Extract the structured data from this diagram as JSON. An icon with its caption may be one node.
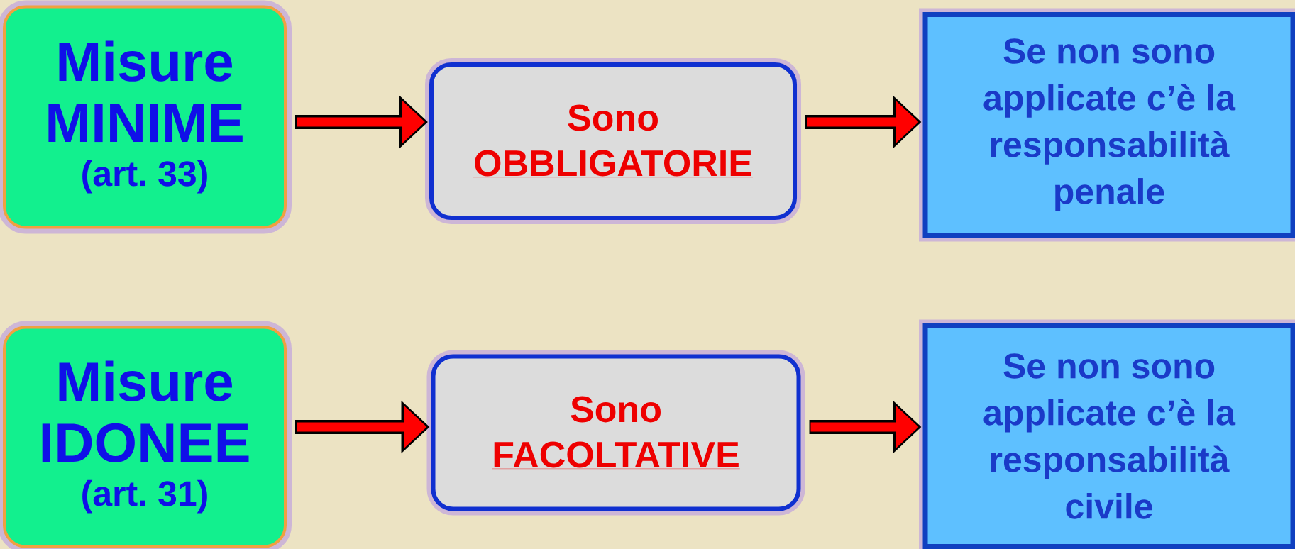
{
  "diagram": {
    "nodes": [
      {
        "text": [
          "Misure MINIME",
          "(art. 33)"
        ]
      },
      {
        "text": [
          "Sono",
          "OBBLIGATORIE"
        ]
      },
      {
        "text": [
          "Se non sono applicate c’è la responsabilità penale"
        ]
      },
      {
        "text": [
          "Misure IDONEE",
          "(art. 31)"
        ]
      },
      {
        "text": [
          "Sono",
          "FACOLTATIVE"
        ]
      },
      {
        "text": [
          "Se non sono applicate c’è la responsabilità civile"
        ]
      }
    ],
    "edges": [
      {
        "from": 0,
        "to": 1,
        "arrow": "to"
      },
      {
        "from": 1,
        "to": 2,
        "arrow": "to"
      },
      {
        "from": 3,
        "to": 4,
        "arrow": "to"
      },
      {
        "from": 4,
        "to": 5,
        "arrow": "to"
      }
    ]
  }
}
